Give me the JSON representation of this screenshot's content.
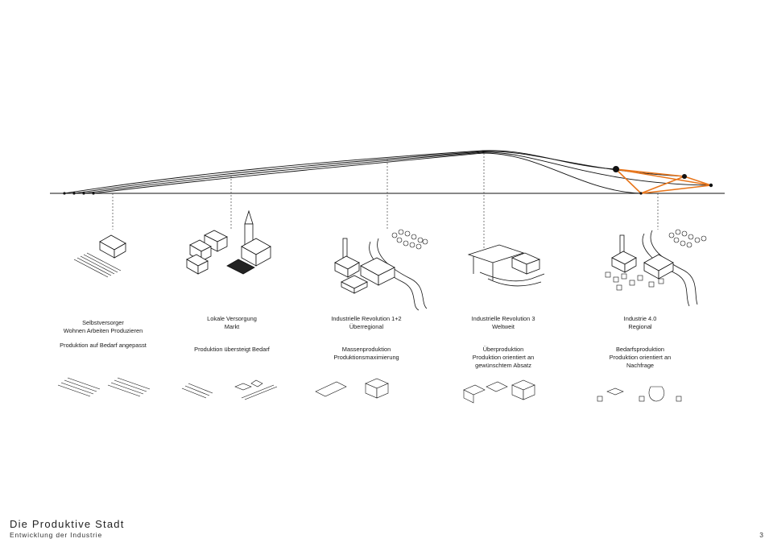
{
  "eras": [
    {
      "title": [
        "Selbstversorger",
        "Wohnen Arbeiten Produzieren"
      ],
      "desc": [
        "Produktion auf Bedarf angepasst"
      ]
    },
    {
      "title": [
        "Lokale Versorgung",
        "Markt"
      ],
      "desc": [
        "Produktion übersteigt Bedarf"
      ]
    },
    {
      "title": [
        "Industrielle Revolution 1+2",
        "Überregional"
      ],
      "desc": [
        "Massenproduktion",
        "Produktionsmaximierung"
      ]
    },
    {
      "title": [
        "Industrielle Revolution 3",
        "Weltweit"
      ],
      "desc": [
        "Überproduktion",
        "Produktion orientiert an",
        "gewünschtem Absatz"
      ]
    },
    {
      "title": [
        "Industrie 4.0",
        "Regional"
      ],
      "desc": [
        "Bedarfsproduktion",
        "Produktion orientiert an",
        "Nachfrage"
      ]
    }
  ],
  "footer": {
    "title": "Die Produktive Stadt",
    "subtitle": "Entwicklung der Industrie",
    "page": "3"
  },
  "colors": {
    "line": "#111111",
    "accent": "#e8761c"
  }
}
